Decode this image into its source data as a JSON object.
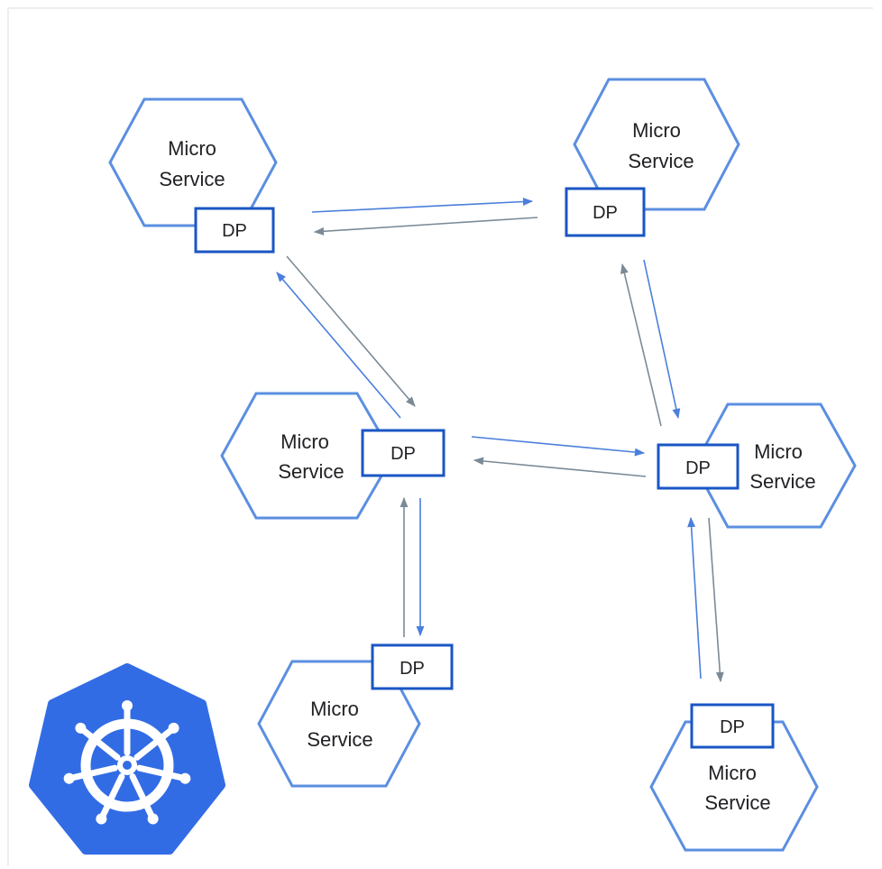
{
  "colors": {
    "hex_stroke": "#5b8fe0",
    "dp_stroke": "#1a56c4",
    "arrow_blue": "#4a7fdc",
    "arrow_gray": "#7a8a96",
    "kubernetes_blue": "#326ce5"
  },
  "services": [
    {
      "line1": "Micro",
      "line2": "Service",
      "dp": "DP"
    },
    {
      "line1": "Micro",
      "line2": "Service",
      "dp": "DP"
    },
    {
      "line1": "Micro",
      "line2": "Service",
      "dp": "DP"
    },
    {
      "line1": "Micro",
      "line2": "Service",
      "dp": "DP"
    },
    {
      "line1": "Micro",
      "line2": "Service",
      "dp": "DP"
    },
    {
      "line1": "Micro",
      "line2": "Service",
      "dp": "DP"
    }
  ],
  "logo": {
    "icon": "kubernetes-helm-wheel-icon"
  }
}
